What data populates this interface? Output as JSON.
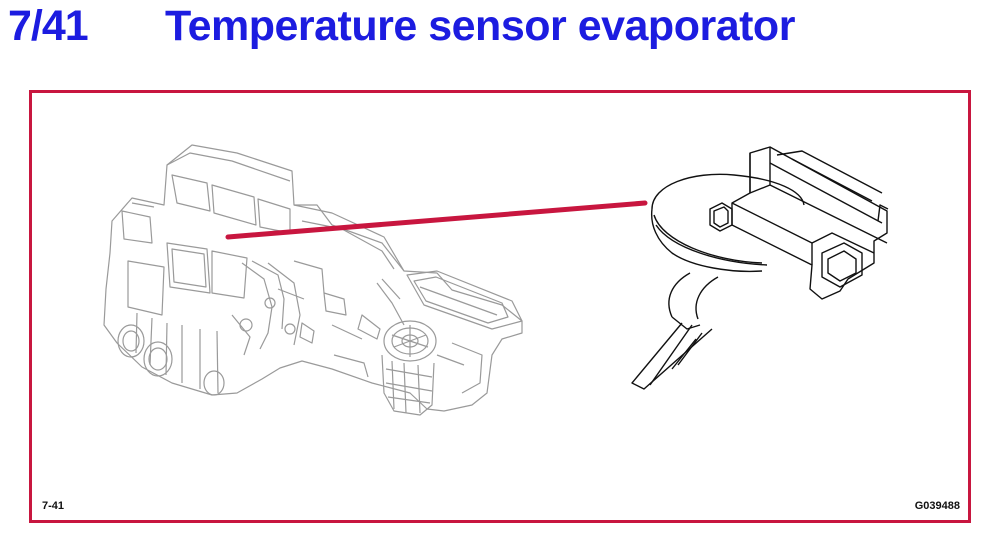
{
  "header": {
    "page_number": "7/41",
    "title": "Temperature sensor evaporator"
  },
  "figure": {
    "figure_number": "7-41",
    "graphic_id": "G039488"
  },
  "colors": {
    "title": "#1c1ce0",
    "frame_border": "#c8163f",
    "pointer_line": "#c8163f",
    "housing_lines": "#9a9a9a",
    "sensor_lines": "#111111"
  }
}
